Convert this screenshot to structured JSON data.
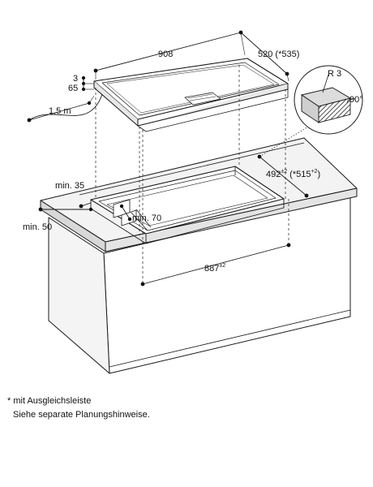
{
  "dimensions": {
    "width_hob": "908",
    "depth_hob": "520 (*535)",
    "thickness_top": "3",
    "height_hob": "65",
    "cable": "1,5 m",
    "radius": "R 3",
    "angle": "90°",
    "min_front": "min. 35",
    "min_side": "min. 50",
    "min_back": "min. 70",
    "cutout_depth_main": "492",
    "cutout_depth_tol": "±2",
    "cutout_depth_alt_open": " (*515",
    "cutout_depth_alt_tol": "+2",
    "cutout_depth_alt_close": ")",
    "cutout_width_main": "887",
    "cutout_width_tol": "±2"
  },
  "notes": {
    "line1": "* mit Ausgleichsleiste",
    "line2": "Siehe separate Planungshinweise."
  },
  "colors": {
    "line": "#1a1a1a",
    "counter_top": "#f1f1f1",
    "counter_side": "#e2e2e2",
    "hatch_fill": "#ffffff"
  }
}
